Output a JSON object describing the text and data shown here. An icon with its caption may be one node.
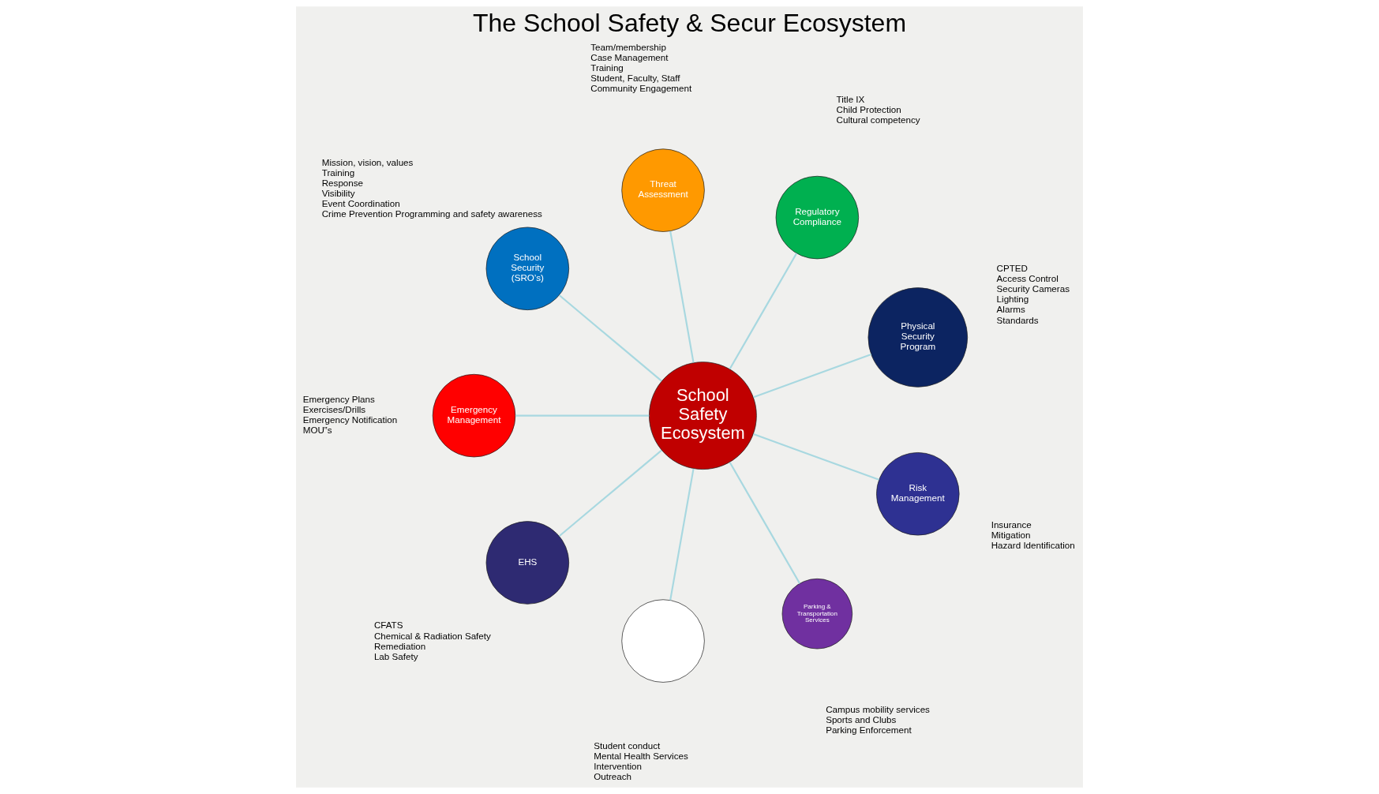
{
  "diagram": {
    "title": "The School Safety & Secur Ecosystem",
    "nodes": [
      {
        "text": [
          "School Safety Ecosystem"
        ]
      },
      {
        "text": [
          "Physical Security Program"
        ],
        "beside": [
          "CPTED",
          "Access Control",
          "Security Cameras",
          "Lighting",
          "Alarms",
          "Standards"
        ]
      },
      {
        "text": [
          "Regulatory Compliance"
        ],
        "beside": [
          "Title IX",
          "Child Protection",
          "Cultural competency"
        ]
      },
      {
        "text": [
          "Threat Assessment"
        ],
        "beside": [
          "Team/membership",
          "Case Management",
          "Training",
          "Student, Faculty, Staff",
          "Community Engagement"
        ]
      },
      {
        "text": [
          "School Security (SRO’s)"
        ],
        "beside": [
          "Mission, vision, values",
          "Training",
          "Response",
          "Visibility",
          "Event Coordination",
          "Crime Prevention Programming and safety awareness"
        ]
      },
      {
        "text": [
          "Emergency Management"
        ],
        "beside": [
          "Emergency Plans",
          "Exercises/Drills",
          "Emergency Notification",
          "MOU”s"
        ]
      },
      {
        "text": [
          "EHS"
        ],
        "beside": [
          "CFATS",
          "Chemical & Radiation Safety",
          "Remediation",
          "Lab Safety"
        ]
      },
      {
        "text": [],
        "shape": "circle",
        "beside": [
          "Student conduct",
          "Mental Health Services",
          "Intervention",
          "Outreach"
        ]
      },
      {
        "text": [
          "Parking & Transportation Services"
        ],
        "beside": [
          "Campus mobility services",
          "Sports and Clubs",
          "Parking Enforcement"
        ]
      },
      {
        "text": [
          "Risk Management"
        ],
        "beside": [
          "Insurance",
          "Mitigation",
          "Hazard Identification"
        ]
      }
    ],
    "edges": [
      {
        "from": 0,
        "to": 1,
        "arrow": "none"
      },
      {
        "from": 0,
        "to": 2,
        "arrow": "none"
      },
      {
        "from": 0,
        "to": 3,
        "arrow": "none"
      },
      {
        "from": 0,
        "to": 4,
        "arrow": "none"
      },
      {
        "from": 0,
        "to": 5,
        "arrow": "none"
      },
      {
        "from": 0,
        "to": 6,
        "arrow": "none"
      },
      {
        "from": 0,
        "to": 7,
        "arrow": "none"
      },
      {
        "from": 0,
        "to": 8,
        "arrow": "none"
      },
      {
        "from": 0,
        "to": 9,
        "arrow": "none"
      }
    ]
  }
}
